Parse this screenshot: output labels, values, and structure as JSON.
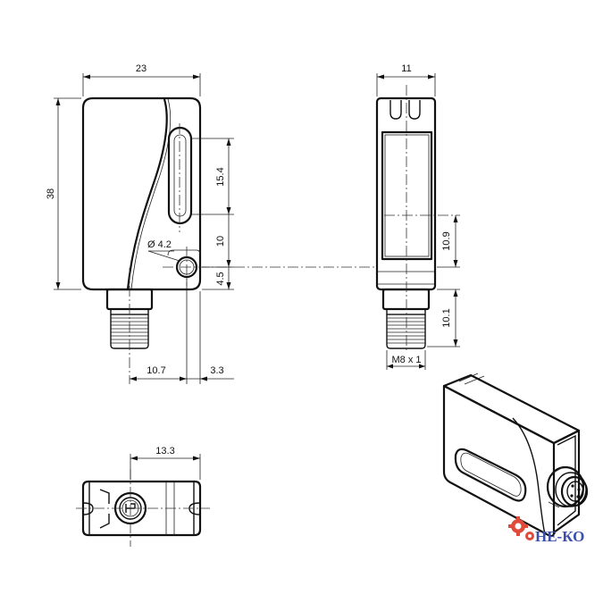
{
  "dimensions": {
    "width_front": "23",
    "height_front": "38",
    "slot_length": "15.4",
    "slot_to_hole": "10",
    "hole_to_bottom": "4.5",
    "hole_diameter": "Ø 4.2",
    "connector_offset": "10.7",
    "hole_offset": "3.3",
    "width_side": "11",
    "lens_offset": "10.9",
    "connector_length": "10.1",
    "thread": "M8 x 1",
    "bottom_width": "13.3"
  },
  "logo": {
    "text": "НЕ-КО",
    "icon": "gear-icon"
  },
  "colors": {
    "line": "#111111",
    "logo": "#3d4fa8",
    "gear": "#e04a3a"
  }
}
